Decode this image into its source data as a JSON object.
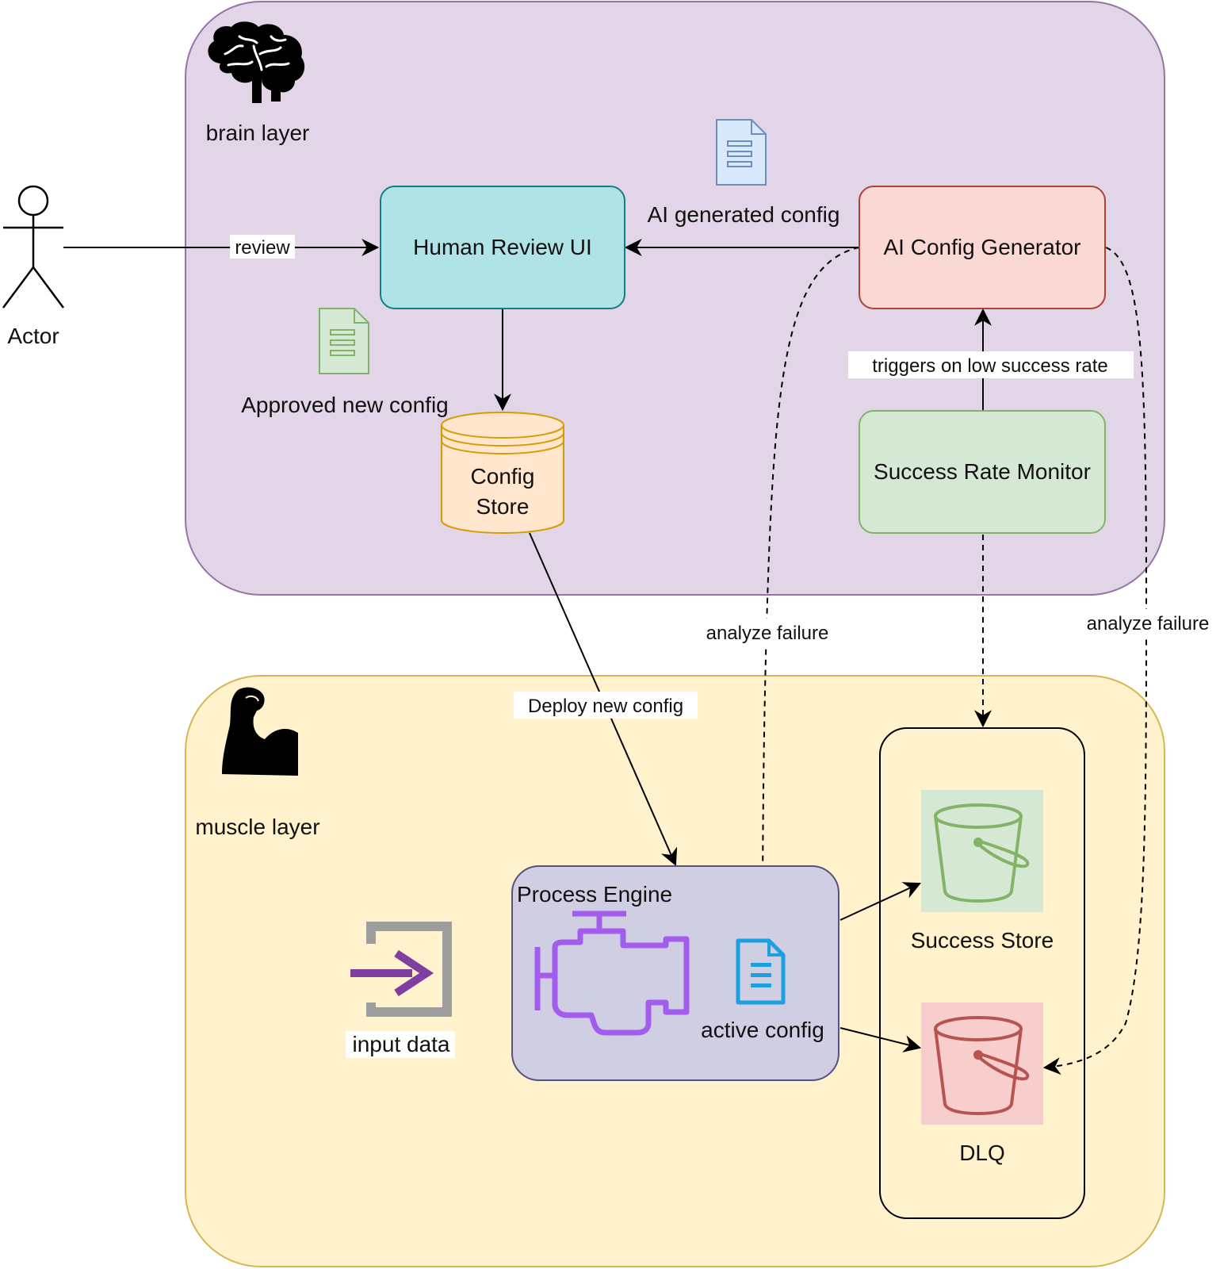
{
  "layers": {
    "brain": {
      "label": "brain layer",
      "fill": "#e1d5e7",
      "stroke": "#9673a6",
      "icon": "brain-icon"
    },
    "muscle": {
      "label": "muscle layer",
      "fill": "#fff2cc",
      "stroke": "#d6b656",
      "icon": "flexed-bicep-icon"
    }
  },
  "actor": {
    "label": "Actor",
    "icon": "stick-figure-icon"
  },
  "nodes": {
    "human_review": {
      "label": "Human Review UI",
      "fill": "#b0e3e6",
      "stroke": "#0e8088"
    },
    "ai_generator": {
      "label": "AI Config Generator",
      "fill": "#fad9d5",
      "stroke": "#ae4132"
    },
    "success_monitor": {
      "label": "Success Rate Monitor",
      "fill": "#d5e8d4",
      "stroke": "#82b366"
    },
    "config_store": {
      "line1": "Config",
      "line2": "Store",
      "fill": "#ffe6cc",
      "stroke": "#d79b00",
      "icon": "database-cylinder-icon"
    },
    "process_engine": {
      "label": "Process Engine",
      "fill": "#d0cee2",
      "stroke": "#56517e",
      "icon": "engine-icon"
    },
    "success_store": {
      "label": "Success Store",
      "fill": "#d5e8d4",
      "stroke": "#82b366",
      "icon": "bucket-icon"
    },
    "dlq": {
      "label": "DLQ",
      "fill": "#f8cecc",
      "stroke": "#b85450",
      "icon": "bucket-icon"
    },
    "input_data": {
      "label": "input data",
      "icon": "input-arrow-icon"
    },
    "active_config": {
      "label": "active config",
      "icon": "document-icon"
    }
  },
  "annotations": {
    "ai_generated_config": {
      "label": "AI generated config",
      "icon": "document-icon"
    },
    "approved_new_config": {
      "label": "Approved new config",
      "icon": "document-icon"
    }
  },
  "edges": {
    "review": "review",
    "triggers": "triggers on low success rate",
    "deploy": "Deploy new config",
    "analyze_failure_left": "analyze failure",
    "analyze_failure_right": "analyze failure"
  }
}
